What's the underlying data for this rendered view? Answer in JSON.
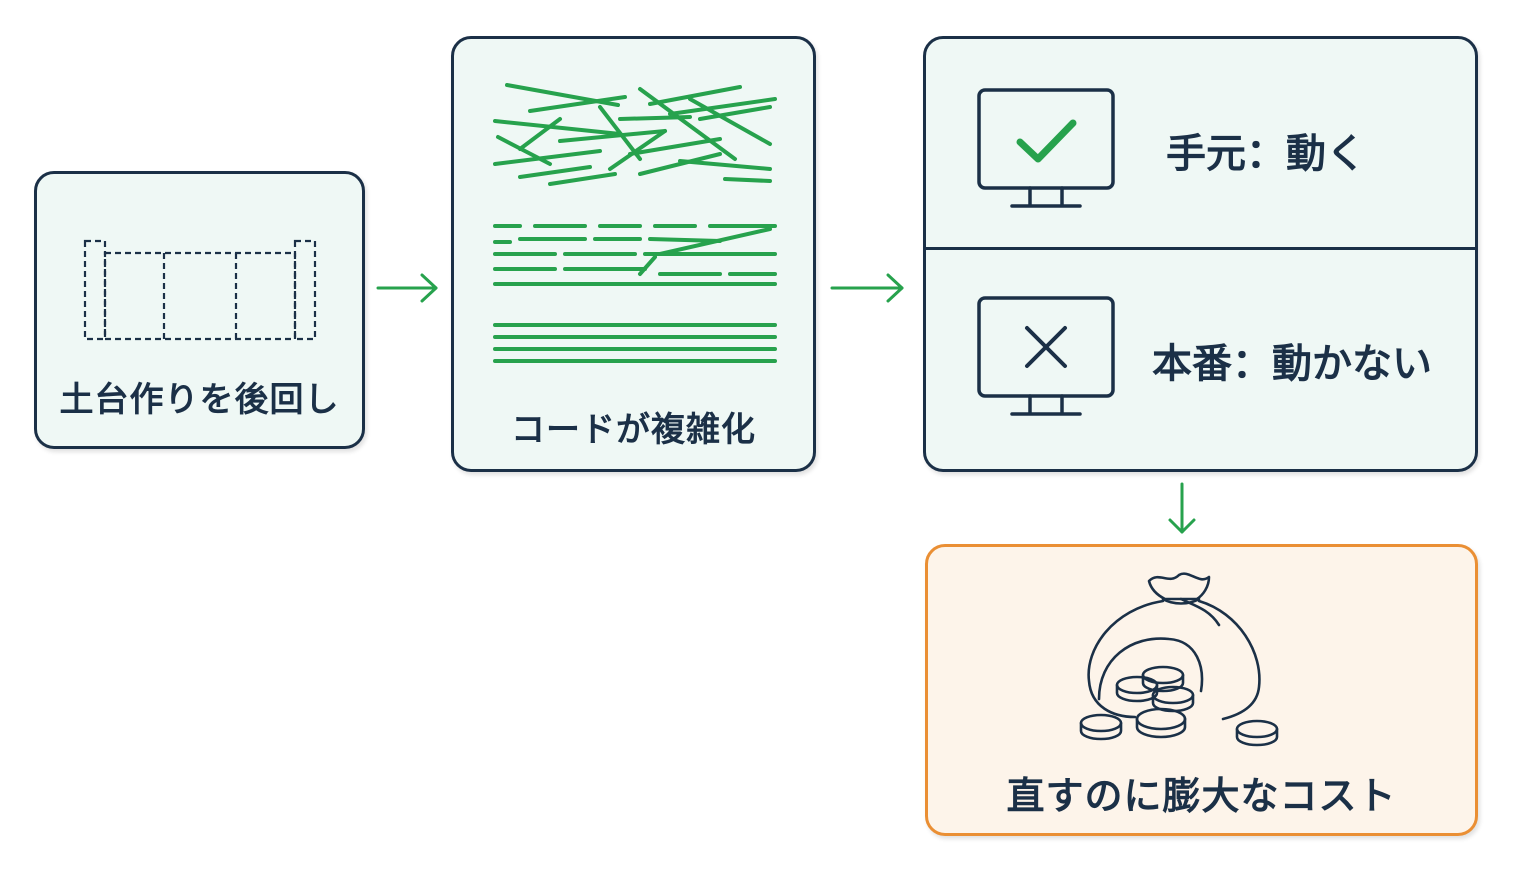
{
  "steps": [
    {
      "label": "土台作りを後回し",
      "icon": "dashed-foundation-icon"
    },
    {
      "label": "コードが複雑化",
      "icon": "tangled-code-lines-icon"
    }
  ],
  "environments": [
    {
      "label": "手元：動く",
      "icon": "monitor-check-icon",
      "status": "ok"
    },
    {
      "label": "本番：動かない",
      "icon": "monitor-x-icon",
      "status": "fail"
    }
  ],
  "outcome": {
    "label": "直すのに膨大なコスト",
    "icon": "money-bag-coins-icon"
  },
  "colors": {
    "line": "#1b3047",
    "accent_green": "#27a24d",
    "outcome_border": "#ea8f34",
    "box_fill": "#eff8f5",
    "outcome_fill": "#fdf4ea"
  }
}
